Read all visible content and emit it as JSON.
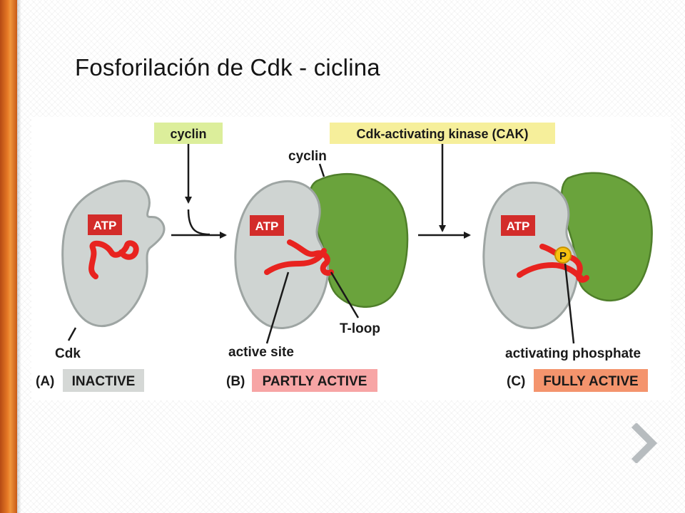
{
  "slide": {
    "title": "Fosforilación de Cdk - ciclina"
  },
  "diagram": {
    "steps": [
      {
        "letter": "(A)",
        "state": "INACTIVE",
        "state_color": "#d5d8d6",
        "labels": {
          "cdk": "Cdk"
        }
      },
      {
        "letter": "(B)",
        "state": "PARTLY ACTIVE",
        "state_color": "#f7a5a5",
        "labels": {
          "cyclin": "cyclin",
          "active_site": "active site",
          "tloop": "T-loop"
        }
      },
      {
        "letter": "(C)",
        "state": "FULLY ACTIVE",
        "state_color": "#f4946d",
        "labels": {
          "phosphate": "activating phosphate",
          "p": "P"
        }
      }
    ],
    "atp_label": "ATP",
    "inputs": {
      "cyclin": "cyclin",
      "cak": "Cdk-activating kinase (CAK)"
    },
    "colors": {
      "cdk_body": "#cfd4d2",
      "cdk_outline": "#9ea5a3",
      "cyclin": "#6aa33c",
      "tloop": "#e8231f",
      "atp_box": "#d32c2a",
      "input_box": "#dcee9b",
      "cak_box": "#f6ef9b",
      "phosphate": "#f7c10f",
      "accent": "#e77a26"
    },
    "icons": {
      "next": "chevron-right-icon"
    }
  }
}
